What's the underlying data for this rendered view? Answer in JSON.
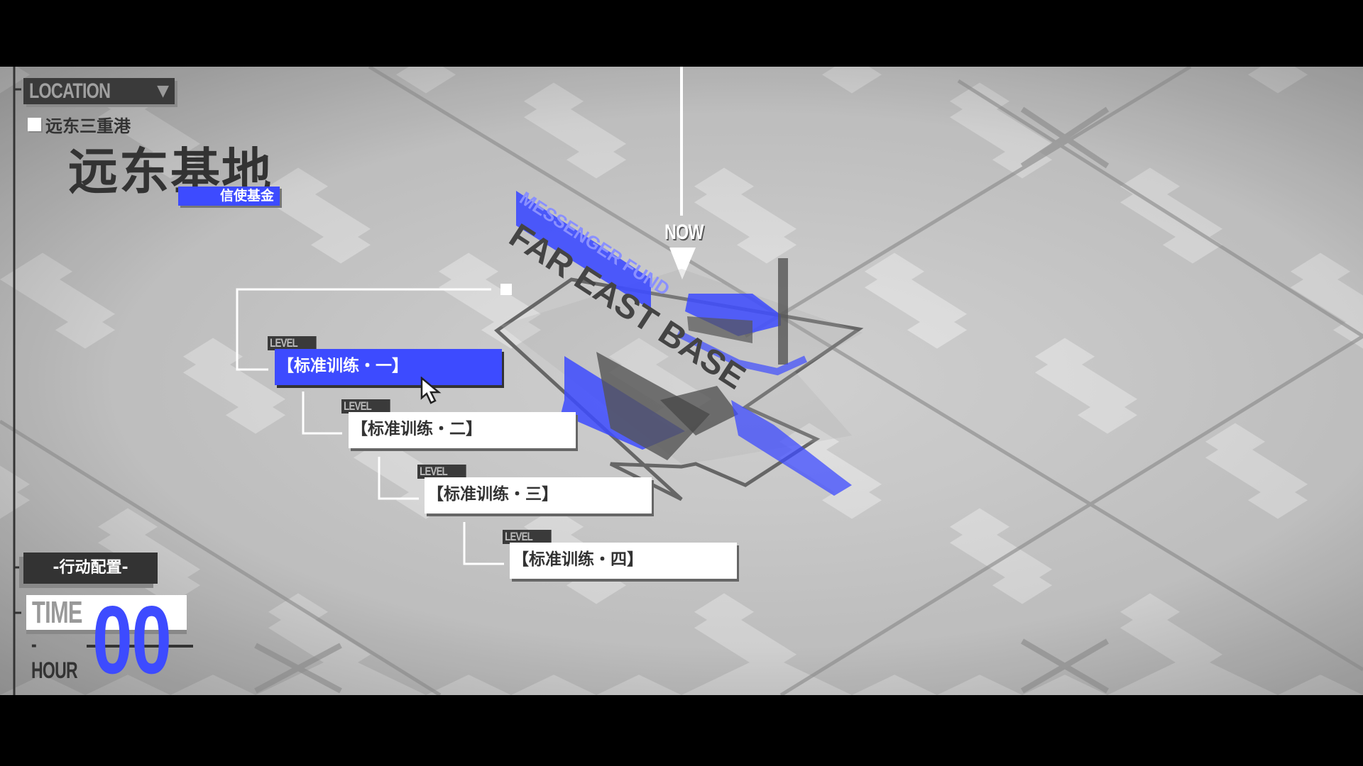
{
  "location": {
    "label": "LOCATION",
    "icon": "chevron-down-icon",
    "region": "远东三重港",
    "title": "远东基地",
    "tag": "信使基金"
  },
  "map": {
    "sign_top": "MESSENGER FUND",
    "sign_main": "FAR EAST BASE",
    "marker": "NOW"
  },
  "levels": [
    {
      "tag": "LEVEL",
      "name": "【标准训练・一】",
      "selected": true
    },
    {
      "tag": "LEVEL",
      "name": "【标准训练・二】",
      "selected": false
    },
    {
      "tag": "LEVEL",
      "name": "【标准训练・三】",
      "selected": false
    },
    {
      "tag": "LEVEL",
      "name": "【标准训练・四】",
      "selected": false
    }
  ],
  "action": {
    "label": "-行动配置-"
  },
  "time": {
    "label": "TIME",
    "unit": "-HOUR",
    "value": "00"
  },
  "colors": {
    "accent": "#3d4bff",
    "dark": "#333333",
    "background": "#d6d6d6"
  }
}
